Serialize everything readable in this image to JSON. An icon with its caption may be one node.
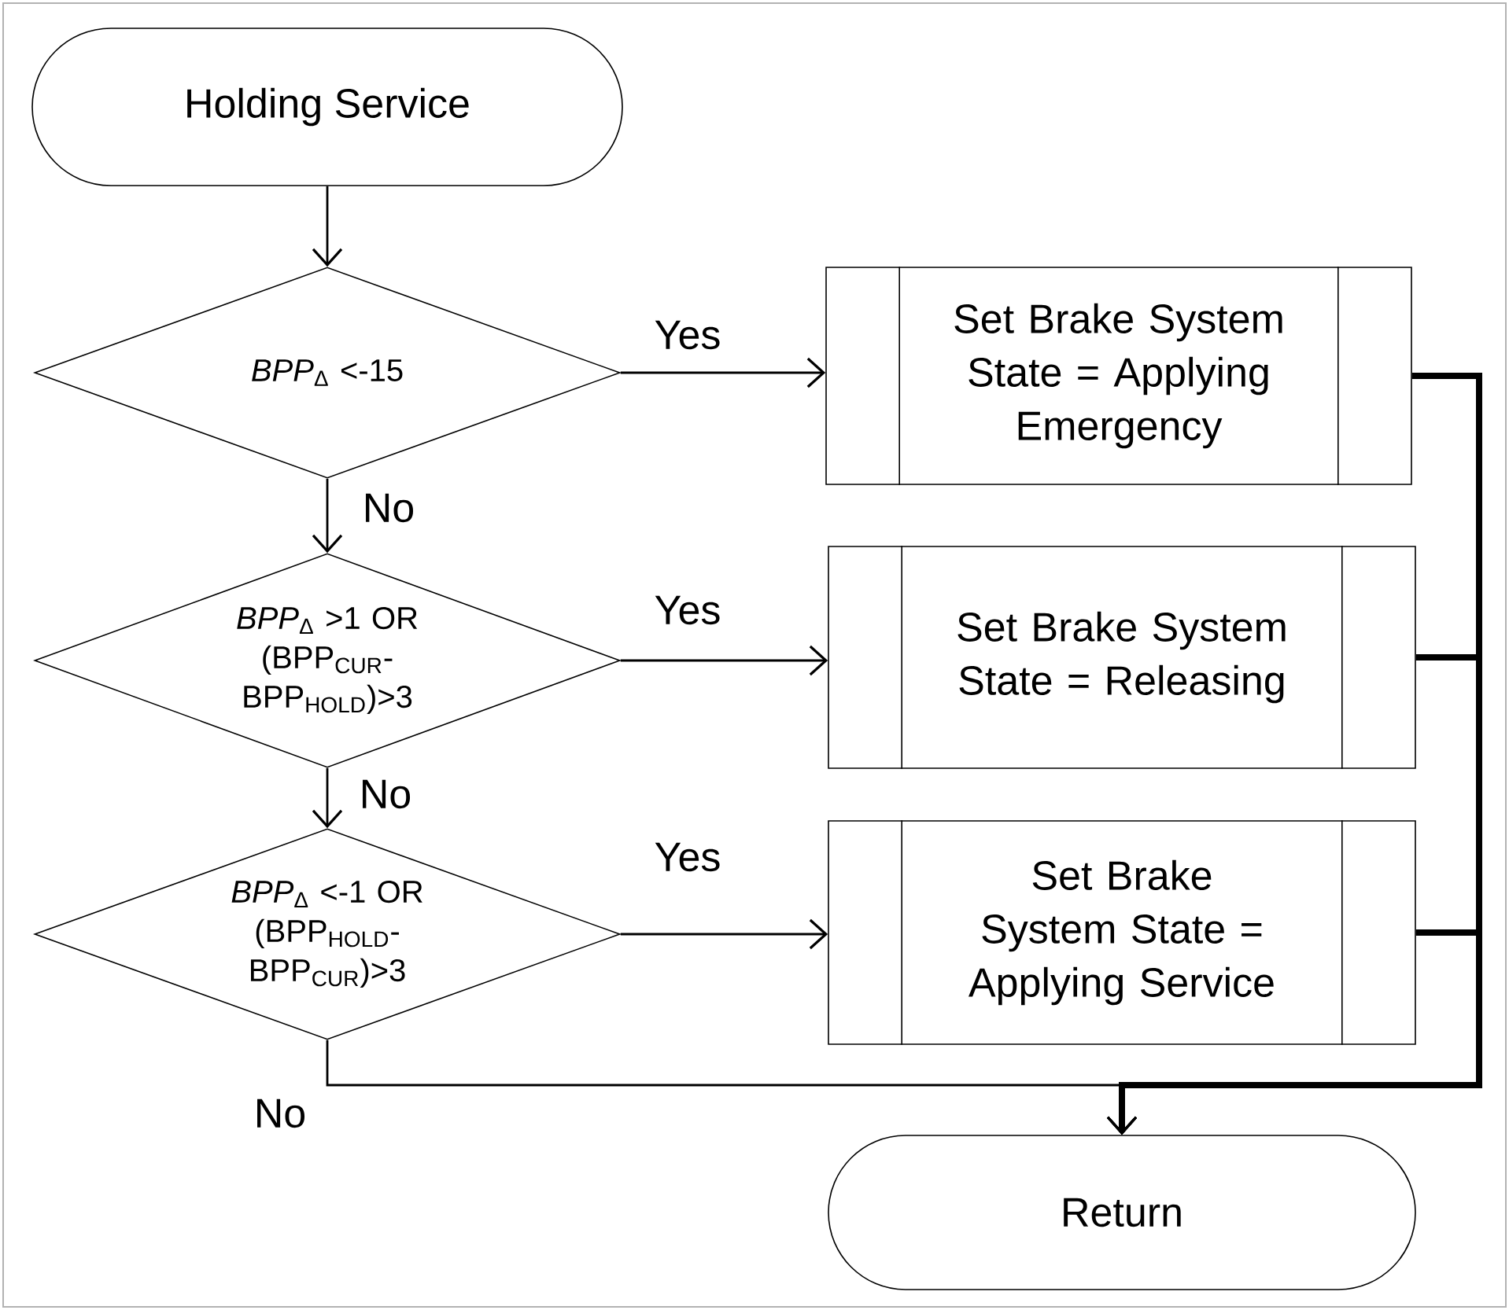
{
  "diagram": {
    "nodes": [
      {
        "text": [
          "Holding Service"
        ]
      },
      {
        "text": [
          "*BPP*$_{Δ}$ <-15"
        ]
      },
      {
        "text": [
          "Set Brake System State = Applying Emergency"
        ]
      },
      {
        "text": [
          "*BPP*$_{Δ}$ >1 OR (BPP$_{CUR}$- BPP$_{HOLD}$)>3"
        ]
      },
      {
        "text": [
          "Set Brake System State = Releasing"
        ]
      },
      {
        "text": [
          "*BPP*$_{Δ}$ <-1 OR (BPP$_{HOLD}$- BPP$_{CUR}$)>3"
        ]
      },
      {
        "text": [
          "Set Brake System State = Applying Service"
        ]
      },
      {
        "text": [
          "Return"
        ]
      }
    ],
    "edges": [
      {
        "from": 0,
        "to": 1,
        "arrow": "to"
      },
      {
        "from": 1,
        "to": 2,
        "arrow": "to",
        "label": "Yes"
      },
      {
        "from": 1,
        "to": 3,
        "arrow": "to",
        "label": "No"
      },
      {
        "from": 3,
        "to": 4,
        "arrow": "to",
        "label": "Yes"
      },
      {
        "from": 3,
        "to": 5,
        "arrow": "to",
        "label": "No"
      },
      {
        "from": 5,
        "to": 6,
        "arrow": "to",
        "label": "Yes"
      },
      {
        "from": 5,
        "to": 7,
        "arrow": "to",
        "label": "No"
      },
      {
        "from": 2,
        "to": 7,
        "arrow": "to",
        "style": "thick"
      },
      {
        "from": 4,
        "to": 7,
        "arrow": "to",
        "style": "thick"
      },
      {
        "from": 6,
        "to": 7,
        "arrow": "to",
        "style": "thick"
      }
    ]
  }
}
